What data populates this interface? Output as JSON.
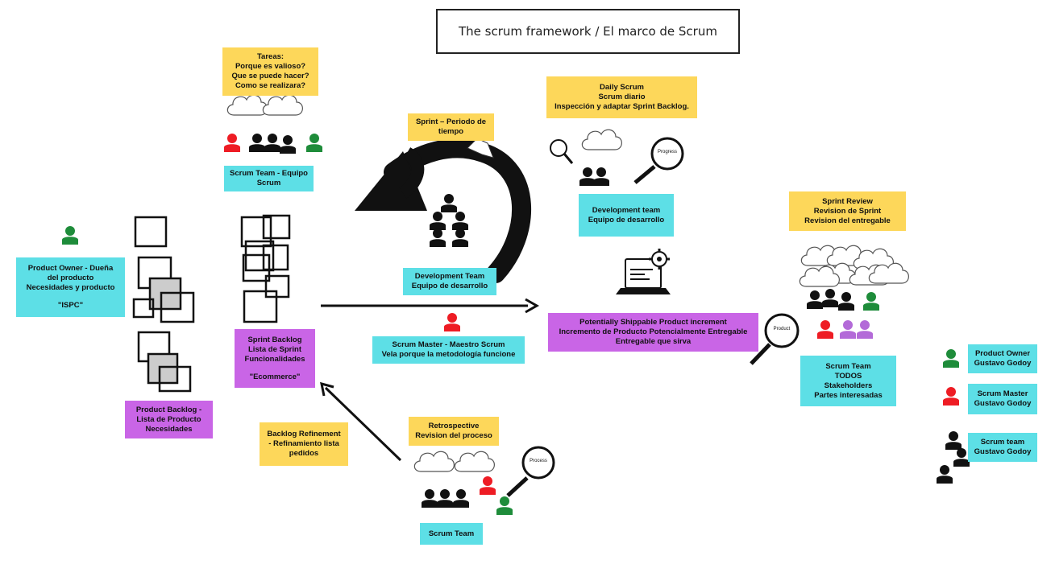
{
  "title": "The scrum framework / El marco de Scrum",
  "colors": {
    "note_yellow": "#fdd75a",
    "note_cyan": "#5ddfe6",
    "note_purple": "#c965e6",
    "role_red": "#ee1c24",
    "role_green": "#1e8c3a",
    "role_purple": "#b36ad8",
    "team_black": "#111111"
  },
  "notes": {
    "tareas": [
      "Tareas:",
      "Porque es valioso?",
      "Que se puede hacer?",
      "Como se realizara?"
    ],
    "scrum_team_top": [
      "Scrum Team - Equipo",
      "Scrum"
    ],
    "sprint_period": [
      "Sprint – Periodo de",
      "tiempo"
    ],
    "daily_scrum": [
      "Daily Scrum",
      "Scrum diario",
      "Inspección y adaptar Sprint Backlog."
    ],
    "dev_team_right": [
      "Development team",
      "Equipo de desarrollo"
    ],
    "sprint_review": [
      "Sprint Review",
      "Revision de Sprint",
      "Revision del entregable"
    ],
    "product_owner": [
      "Product Owner - Dueña",
      "del producto",
      "Necesidades y producto",
      "",
      "\"ISPC\""
    ],
    "dev_team_center": [
      "Development Team",
      "Equipo de desarrollo"
    ],
    "increment": [
      "Potentially Shippable Product increment",
      "Incremento de Producto Potencialmente Entregable",
      "Entregable que sirva"
    ],
    "scrum_master": [
      "Scrum Master - Maestro Scrum",
      "Vela porque la metodología funcione"
    ],
    "sprint_backlog": [
      "Sprint Backlog",
      "Lista de Sprint",
      "Funcionalidades",
      "",
      "\"Ecommerce\""
    ],
    "product_backlog": [
      "Product Backlog -",
      "Lista de Producto",
      "Necesidades"
    ],
    "backlog_refinement": [
      "Backlog Refinement",
      "- Refinamiento lista",
      "pedidos"
    ],
    "retrospective": [
      "Retrospective",
      "Revision del proceso"
    ],
    "scrum_team_bottom": [
      "Scrum Team"
    ],
    "scrum_team_all": [
      "Scrum Team",
      "TODOS",
      "Stakeholders",
      "Partes interesadas"
    ],
    "legend_po": [
      "Product Owner",
      "Gustavo Godoy"
    ],
    "legend_sm": [
      "Scrum Master",
      "Gustavo Godoy"
    ],
    "legend_team": [
      "Scrum team",
      "Gustavo Godoy"
    ]
  },
  "magnifier_labels": {
    "progress": "Progress",
    "product": "Product",
    "process": "Process"
  },
  "icons": [
    "person-icon",
    "team-icon",
    "cloud-icon",
    "magnifier-icon",
    "laptop-gear-icon",
    "curved-arrow-icon",
    "arrow-icon",
    "speech-bubble-icon"
  ]
}
